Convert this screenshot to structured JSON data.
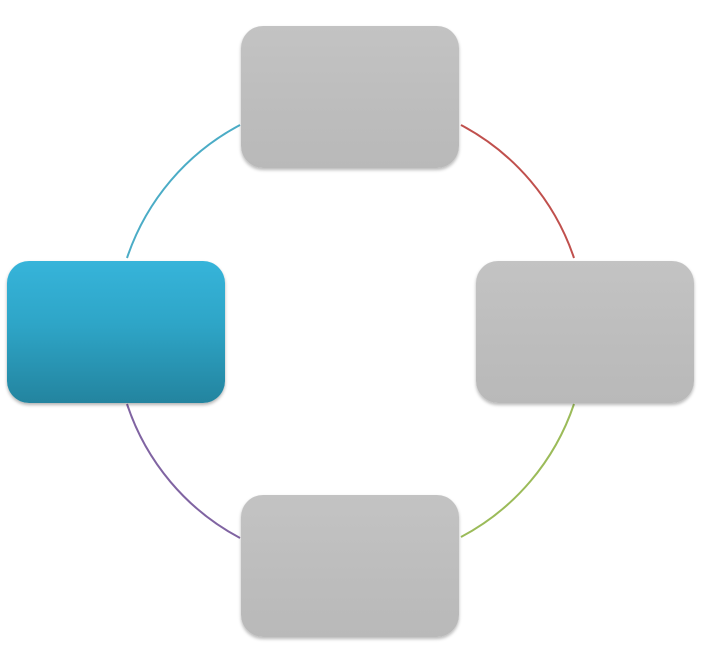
{
  "diagram": {
    "type": "cycle",
    "nodes": [
      {
        "id": "top",
        "label": "",
        "fill": "#bfbfbf",
        "highlighted": false
      },
      {
        "id": "right",
        "label": "",
        "fill": "#bfbfbf",
        "highlighted": false
      },
      {
        "id": "bottom",
        "label": "",
        "fill": "#bfbfbf",
        "highlighted": false
      },
      {
        "id": "left",
        "label": "",
        "fill": "#2ea5c7",
        "highlighted": true
      }
    ],
    "connectors": [
      {
        "from": "top",
        "to": "right",
        "color": "#c0504d"
      },
      {
        "from": "right",
        "to": "bottom",
        "color": "#9bbb59"
      },
      {
        "from": "bottom",
        "to": "left",
        "color": "#8064a2"
      },
      {
        "from": "left",
        "to": "top",
        "color": "#4bacc6"
      }
    ]
  }
}
